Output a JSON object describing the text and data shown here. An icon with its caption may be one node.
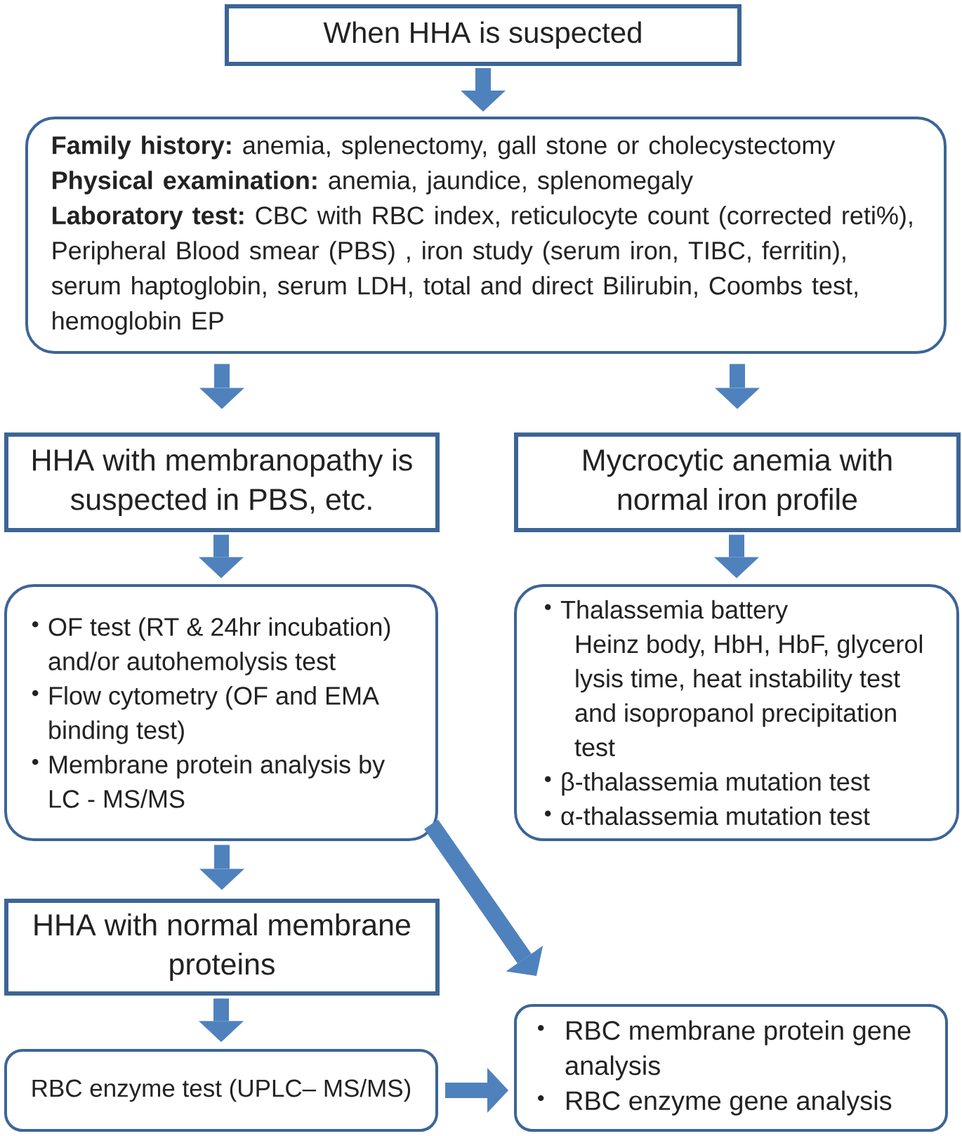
{
  "diagram": {
    "nodes": [
      {
        "text": [
          "When HHA is suspected"
        ]
      },
      {
        "text": [
          "**Family history:** anemia, splenectomy, gall stone or cholecystectomy",
          "**Physical examination:** anemia, jaundice, splenomegaly",
          "**Laboratory test:** CBC with RBC index, reticulocyte count (corrected reti%), Peripheral Blood smear (PBS) , iron study (serum iron, TIBC, ferritin), serum haptoglobin, serum LDH, total and direct Bilirubin, Coombs test, hemoglobin EP"
        ]
      },
      {
        "text": [
          "HHA with membranopathy is suspected in PBS, etc."
        ]
      },
      {
        "text": [
          "Mycrocytic anemia with normal iron profile"
        ]
      },
      {
        "text": [
          "OF test (RT & 24hr incubation) and/or autohemolysis test",
          "Flow cytometry (OF and EMA binding test)",
          "Membrane protein analysis by LC - MS/MS"
        ]
      },
      {
        "text": [
          "Thalassemia battery",
          "Heinz body, HbH, HbF, glycerol lysis time, heat instability test and isopropanol precipitation test",
          "β-thalassemia mutation test",
          "α-thalassemia mutation test"
        ]
      },
      {
        "text": [
          "HHA with normal membrane proteins"
        ]
      },
      {
        "text": [
          "RBC enzyme test (UPLC– MS/MS)"
        ]
      },
      {
        "text": [
          "RBC membrane protein gene analysis",
          "RBC enzyme gene analysis"
        ]
      }
    ],
    "edges": [
      {
        "from": 0,
        "to": 1,
        "arrow": "to"
      },
      {
        "from": 1,
        "to": 2,
        "arrow": "to"
      },
      {
        "from": 1,
        "to": 3,
        "arrow": "to"
      },
      {
        "from": 2,
        "to": 4,
        "arrow": "to"
      },
      {
        "from": 3,
        "to": 5,
        "arrow": "to"
      },
      {
        "from": 4,
        "to": 6,
        "arrow": "to"
      },
      {
        "from": 4,
        "to": 8,
        "arrow": "to"
      },
      {
        "from": 6,
        "to": 7,
        "arrow": "to"
      },
      {
        "from": 7,
        "to": 8,
        "arrow": "to"
      }
    ]
  }
}
